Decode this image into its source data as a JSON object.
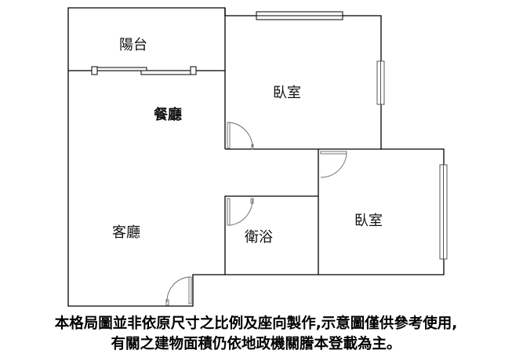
{
  "rooms": {
    "balcony": "陽台",
    "dining": "餐廳",
    "bedroom1": "臥室",
    "living": "客廳",
    "bathroom": "衛浴",
    "bedroom2": "臥室"
  },
  "disclaimer": {
    "line1": "本格局圖並非依原尺寸之比例及座向製作,示意圖僅供參考使用,",
    "line2": "有關之建物面積仍依地政機關謄本登載為主。"
  }
}
